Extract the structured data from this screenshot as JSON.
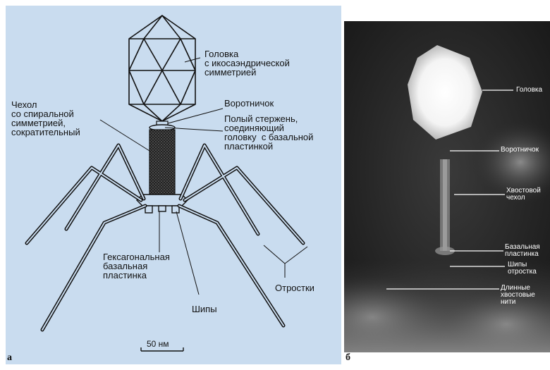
{
  "panel_a": {
    "letter": "а",
    "labels": {
      "head": "Головка\nс икосаэндрической\nсимметрией",
      "sheath": "Чехол\nсо спиральной\nсимметрией,\nсократительный",
      "collar": "Воротничок",
      "core": "Полый стержень,\nсоединяющий\nголовку  с базальной\nпластинкой",
      "baseplate": "Гексагональная\nбазальная\nпластинка",
      "spikes": "Шипы",
      "fibers": "Отростки"
    },
    "scale_bar": "50 нм"
  },
  "panel_b": {
    "letter": "б",
    "labels": {
      "head": "Головка",
      "collar": "Воротничок",
      "sheath": "Хвостовой\nчехол",
      "baseplate": "Базальная\nпластинка",
      "spikes": "Шипы\nотростка",
      "fibers": "Длинные\nхвостовые\nнити"
    }
  },
  "colors": {
    "diagram_bg": "#c9dcef",
    "line": "#111111",
    "photo_dark": "#1e1e1e"
  }
}
